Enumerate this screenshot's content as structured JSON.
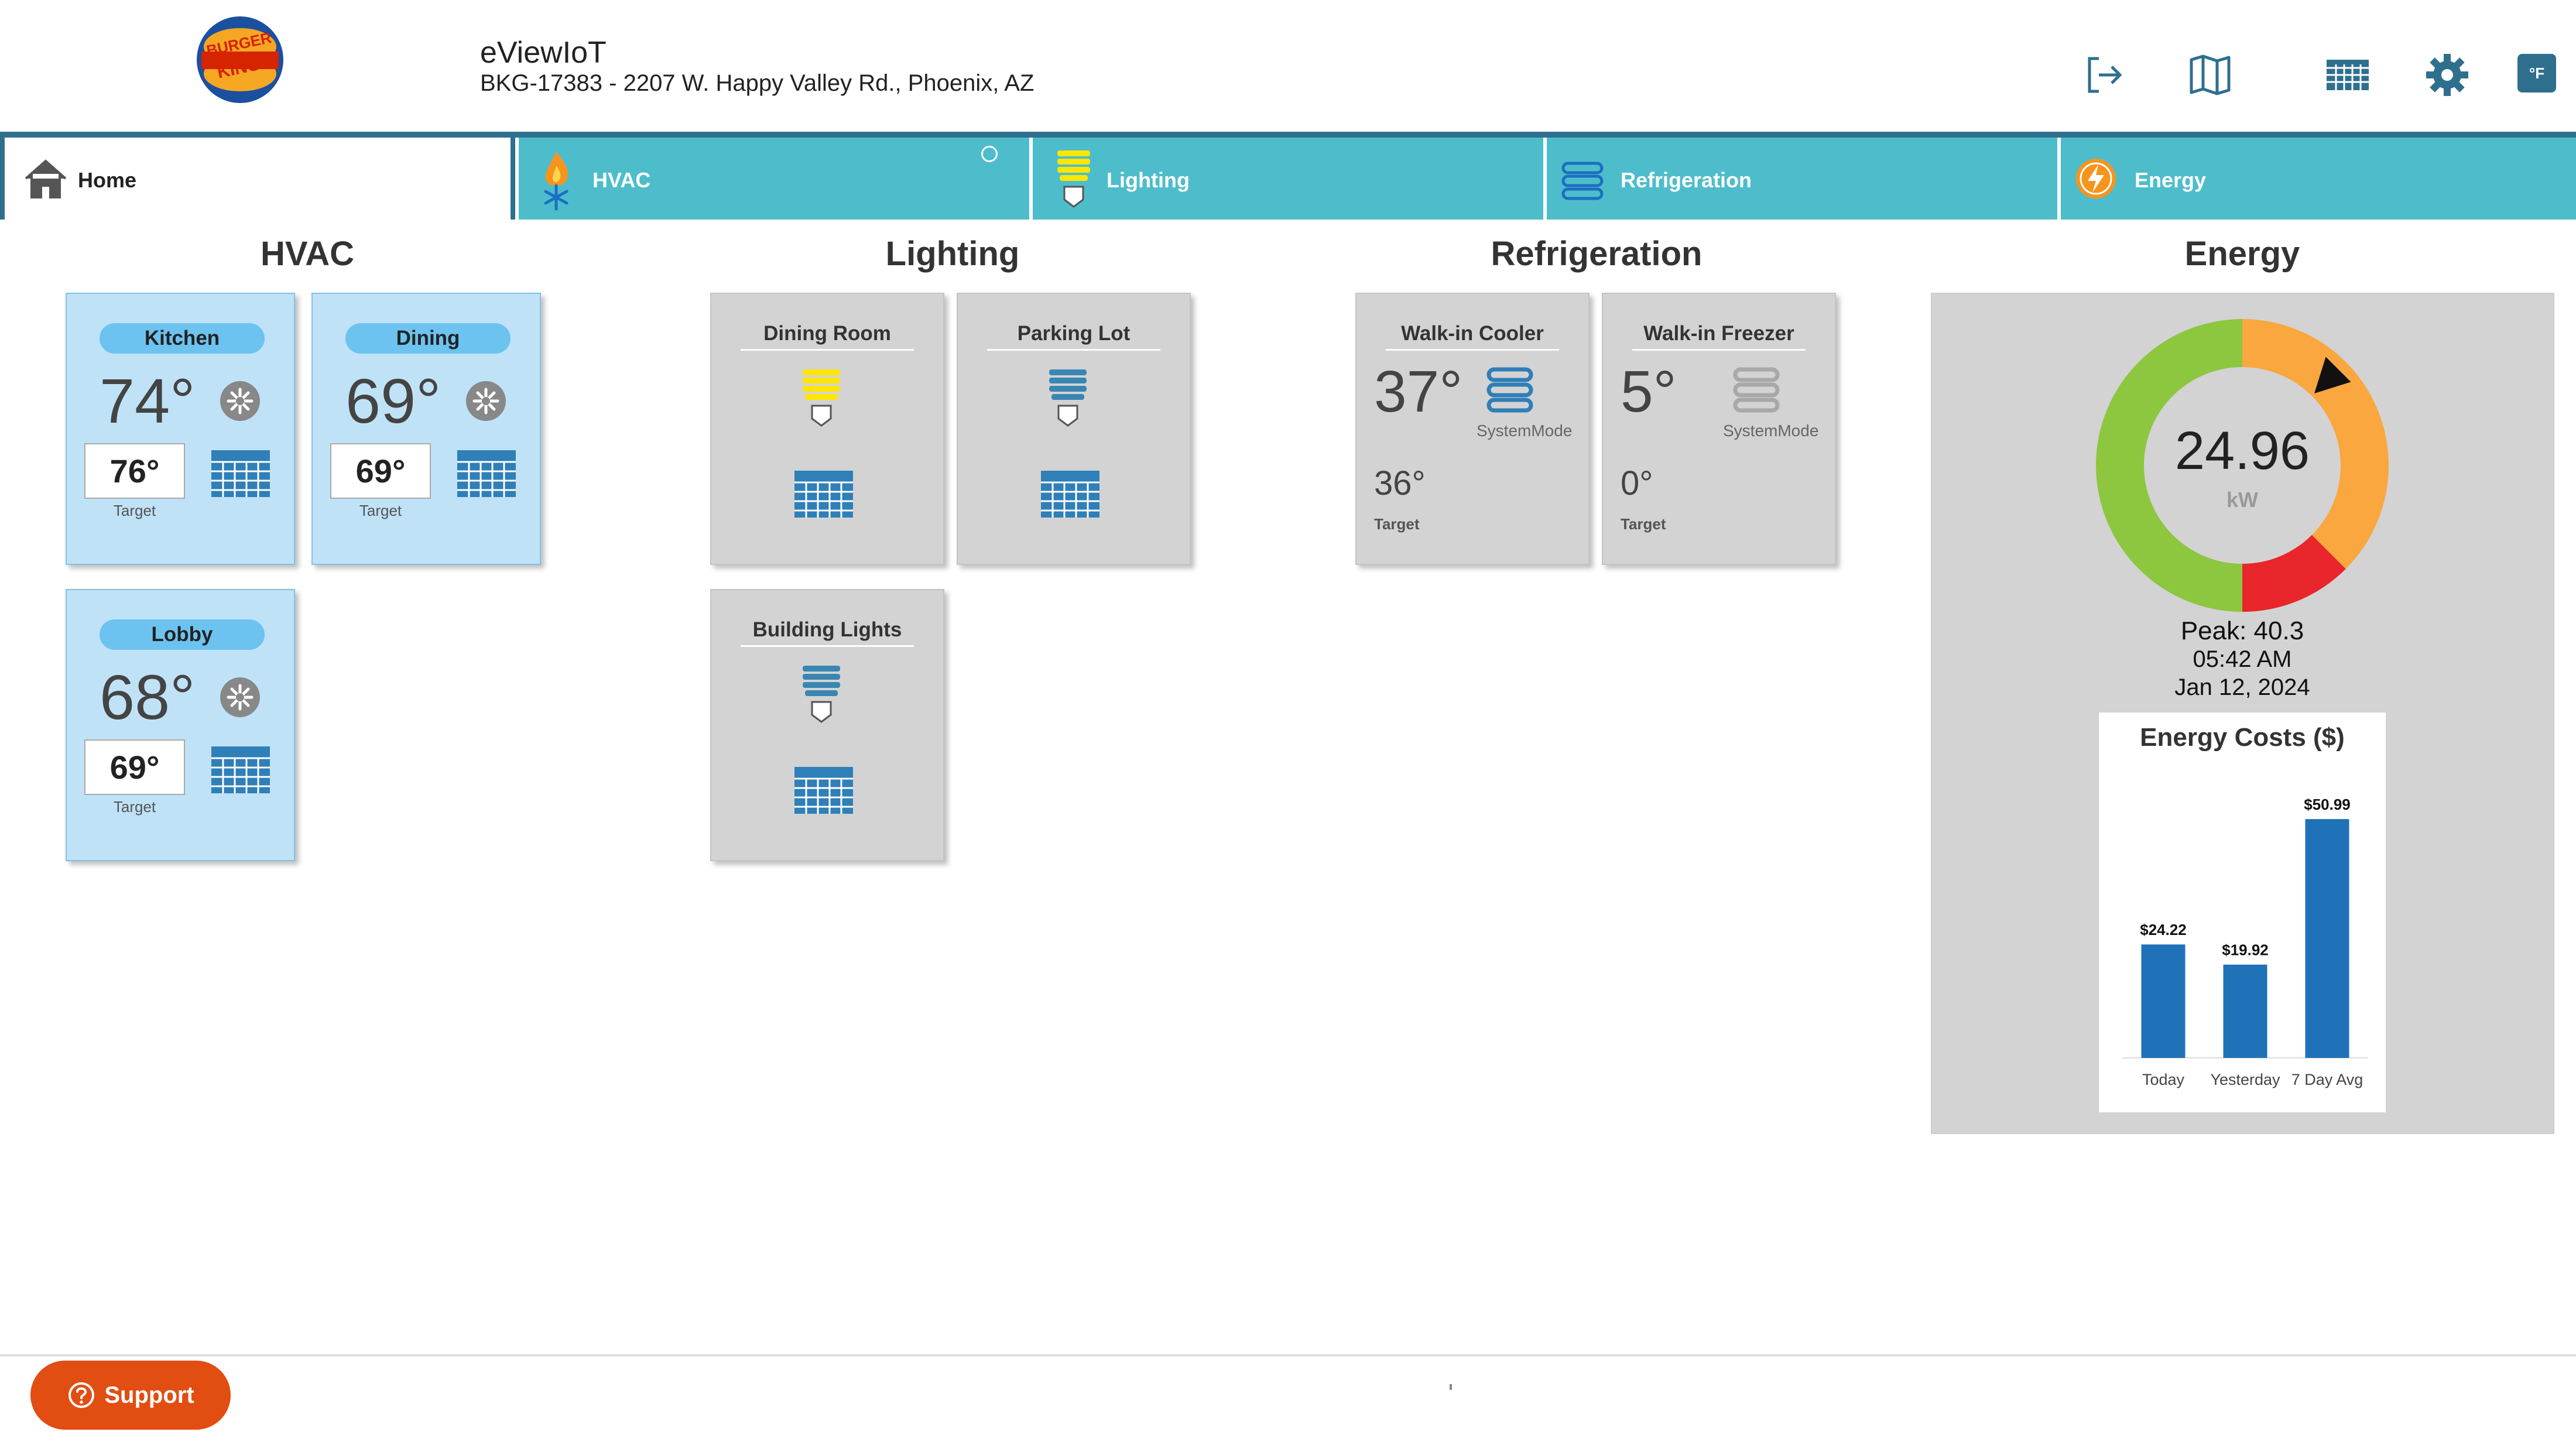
{
  "header": {
    "logo_text": "BURGER KING",
    "app_title": "eViewIoT",
    "store_line": "BKG-17383 - 2207 W. Happy Valley Rd., Phoenix, AZ",
    "icons": [
      "logout-icon",
      "map-icon",
      "schedule-grid-icon",
      "settings-icon",
      "fahrenheit-toggle-icon"
    ],
    "unit_toggle_label": "°F",
    "colors": {
      "brand_blue": "#2f6f8e",
      "tab_teal": "#4dbdcb"
    }
  },
  "tabs": [
    {
      "label": "Home",
      "icon": "home-icon",
      "active": true
    },
    {
      "label": "HVAC",
      "icon": "hvac-icon",
      "active": false
    },
    {
      "label": "Lighting",
      "icon": "bulb-icon",
      "active": false
    },
    {
      "label": "Refrigeration",
      "icon": "refrigeration-icon",
      "active": false
    },
    {
      "label": "Energy",
      "icon": "energy-icon",
      "active": false
    }
  ],
  "sections": {
    "hvac": "HVAC",
    "lighting": "Lighting",
    "refrigeration": "Refrigeration",
    "energy": "Energy"
  },
  "hvac_zones": [
    {
      "name": "Kitchen",
      "temp": "74°",
      "target": "76°",
      "target_label": "Target"
    },
    {
      "name": "Dining",
      "temp": "69°",
      "target": "69°",
      "target_label": "Target"
    },
    {
      "name": "Lobby",
      "temp": "68°",
      "target": "69°",
      "target_label": "Target"
    }
  ],
  "lighting_zones": [
    {
      "name": "Dining Room",
      "state": "on"
    },
    {
      "name": "Parking Lot",
      "state": "off"
    },
    {
      "name": "Building Lights",
      "state": "off"
    }
  ],
  "refrigeration_units": [
    {
      "name": "Walk-in Cooler",
      "temp": "37°",
      "mode_label": "SystemMode",
      "target": "36°",
      "target_label": "Target",
      "active": true
    },
    {
      "name": "Walk-in Freezer",
      "temp": "5°",
      "mode_label": "SystemMode",
      "target": "0°",
      "target_label": "Target",
      "active": false
    }
  ],
  "energy": {
    "value": "24.96",
    "unit": "kW",
    "peak": "Peak: 40.3",
    "peak_time": "05:42 AM",
    "peak_date": "Jan 12, 2024",
    "gauge_fraction": 0.62,
    "gauge_colors": {
      "green": "#8dc63f",
      "orange": "#f9a73e",
      "red": "#e8262b"
    }
  },
  "chart_data": {
    "type": "bar",
    "title": "Energy Costs ($)",
    "categories": [
      "Today",
      "Yesterday",
      "7 Day Avg"
    ],
    "values": [
      24.22,
      19.92,
      50.99
    ],
    "value_labels": [
      "$24.22",
      "$19.92",
      "$50.99"
    ],
    "ylim": [
      0,
      55
    ],
    "grid": false,
    "bar_color": "#1f72b8"
  },
  "footer": {
    "support_label": "Support"
  }
}
